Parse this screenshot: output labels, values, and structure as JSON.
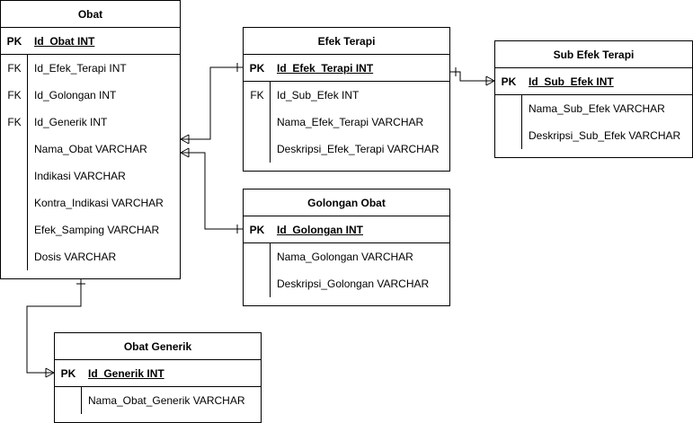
{
  "entities": {
    "obat": {
      "title": "Obat",
      "pk": {
        "key": "PK",
        "field": "Id_Obat INT"
      },
      "rows": [
        {
          "key": "FK",
          "field": "Id_Efek_Terapi INT"
        },
        {
          "key": "FK",
          "field": "Id_Golongan INT"
        },
        {
          "key": "FK",
          "field": "Id_Generik INT"
        },
        {
          "key": "",
          "field": "Nama_Obat VARCHAR"
        },
        {
          "key": "",
          "field": "Indikasi VARCHAR"
        },
        {
          "key": "",
          "field": "Kontra_Indikasi VARCHAR"
        },
        {
          "key": "",
          "field": "Efek_Samping VARCHAR"
        },
        {
          "key": "",
          "field": "Dosis VARCHAR"
        }
      ]
    },
    "efek_terapi": {
      "title": "Efek Terapi",
      "pk": {
        "key": "PK",
        "field": "Id_Efek_Terapi INT"
      },
      "rows": [
        {
          "key": "FK",
          "field": "Id_Sub_Efek INT"
        },
        {
          "key": "",
          "field": "Nama_Efek_Terapi VARCHAR"
        },
        {
          "key": "",
          "field": "Deskripsi_Efek_Terapi VARCHAR"
        }
      ]
    },
    "sub_efek_terapi": {
      "title": "Sub Efek Terapi",
      "pk": {
        "key": "PK",
        "field": "Id_Sub_Efek INT"
      },
      "rows": [
        {
          "key": "",
          "field": "Nama_Sub_Efek VARCHAR"
        },
        {
          "key": "",
          "field": "Deskripsi_Sub_Efek VARCHAR"
        }
      ]
    },
    "golongan_obat": {
      "title": "Golongan Obat",
      "pk": {
        "key": "PK",
        "field": "Id_Golongan INT"
      },
      "rows": [
        {
          "key": "",
          "field": "Nama_Golongan VARCHAR"
        },
        {
          "key": "",
          "field": "Deskripsi_Golongan VARCHAR"
        }
      ]
    },
    "obat_generik": {
      "title": "Obat Generik",
      "pk": {
        "key": "PK",
        "field": "Id_Generik INT"
      },
      "rows": [
        {
          "key": "",
          "field": "Nama_Obat_Generik VARCHAR"
        }
      ]
    }
  }
}
